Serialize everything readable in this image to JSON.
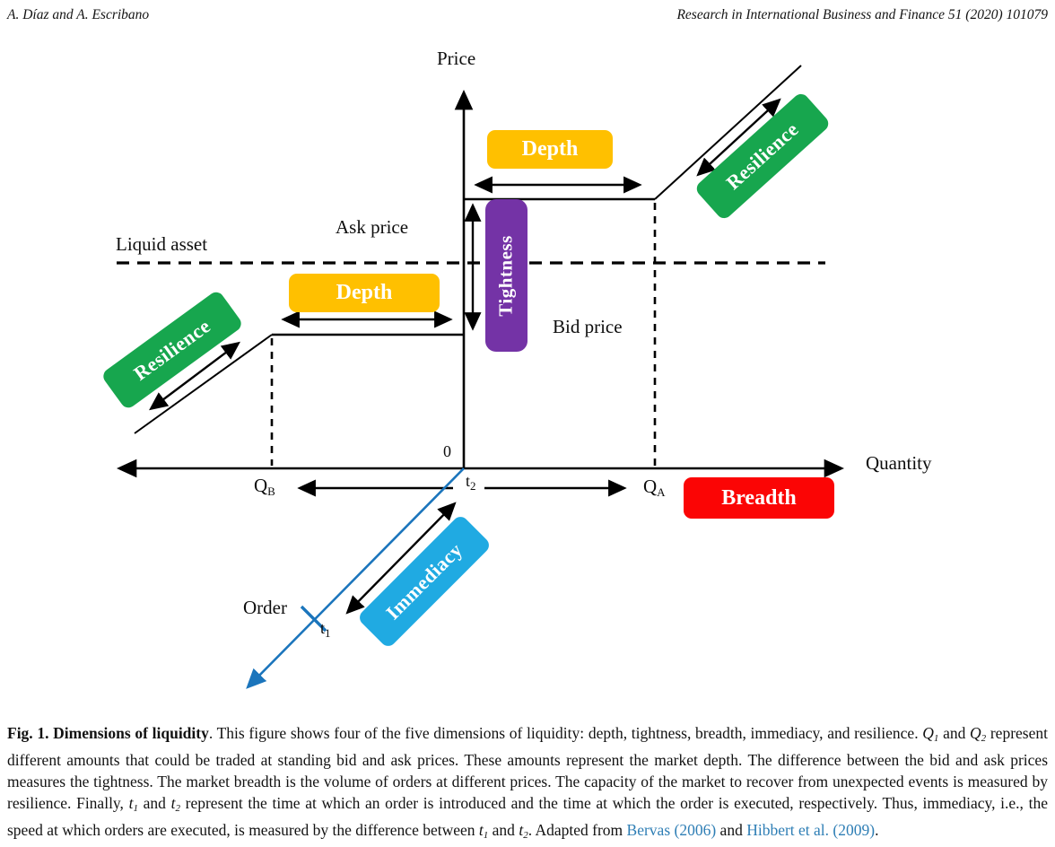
{
  "header": {
    "authors": "A. Díaz and A. Escribano",
    "journal": "Research in International Business and Finance 51 (2020) 101079"
  },
  "figure": {
    "axis": {
      "price_label": "Price",
      "quantity_label": "Quantity",
      "origin": "0"
    },
    "labels": {
      "liquid_asset": "Liquid asset",
      "ask_price": "Ask price",
      "bid_price": "Bid price",
      "order": "Order",
      "qb": {
        "base": "Q",
        "sub": "B"
      },
      "qa": {
        "base": "Q",
        "sub": "A"
      },
      "t1": {
        "base": "t",
        "sub": "1"
      },
      "t2": {
        "base": "t",
        "sub": "2"
      }
    },
    "boxes": {
      "depth_top": "Depth",
      "depth_left": "Depth",
      "tightness": "Tightness",
      "resilience_right": "Resilience",
      "resilience_left": "Resilience",
      "breadth": "Breadth",
      "immediacy": "Immediacy"
    },
    "colors": {
      "depth": "#FFC000",
      "tightness": "#7433A6",
      "resilience": "#17A64E",
      "breadth": "#FB0505",
      "immediacy": "#20AAE2",
      "order_line": "#1B75BC",
      "lines": "#000000"
    }
  },
  "caption": {
    "fig_label": "Fig. 1. Dimensions of liquidity",
    "s1": ". This figure shows four of the five dimensions of liquidity: depth, tightness, breadth, immediacy, and resilience. ",
    "q1": {
      "base": "Q",
      "sub": "1"
    },
    "s2": " and ",
    "q2": {
      "base": "Q",
      "sub": "2"
    },
    "s3": " represent different amounts that could be traded at standing bid and ask prices. These amounts represent the market depth. The difference between the bid and ask prices measures the tightness. The market breadth is the volume of orders at different prices. The capacity of the market to recover from unexpected events is measured by resilience. Finally, ",
    "t1": {
      "base": "t",
      "sub": "1"
    },
    "s4": " and ",
    "t2": {
      "base": "t",
      "sub": "2"
    },
    "s5": " represent the time at which an order is introduced and the time at which the order is executed, respectively. Thus, immediacy, i.e., the speed at which orders are executed, is measured by the difference between ",
    "t1b": {
      "base": "t",
      "sub": "1"
    },
    "s6": " and ",
    "t2b": {
      "base": "t",
      "sub": "2"
    },
    "s7": ". Adapted from ",
    "link1": "Bervas (2006)",
    "s8": " and ",
    "link2": "Hibbert et al. (2009)",
    "s9": "."
  }
}
